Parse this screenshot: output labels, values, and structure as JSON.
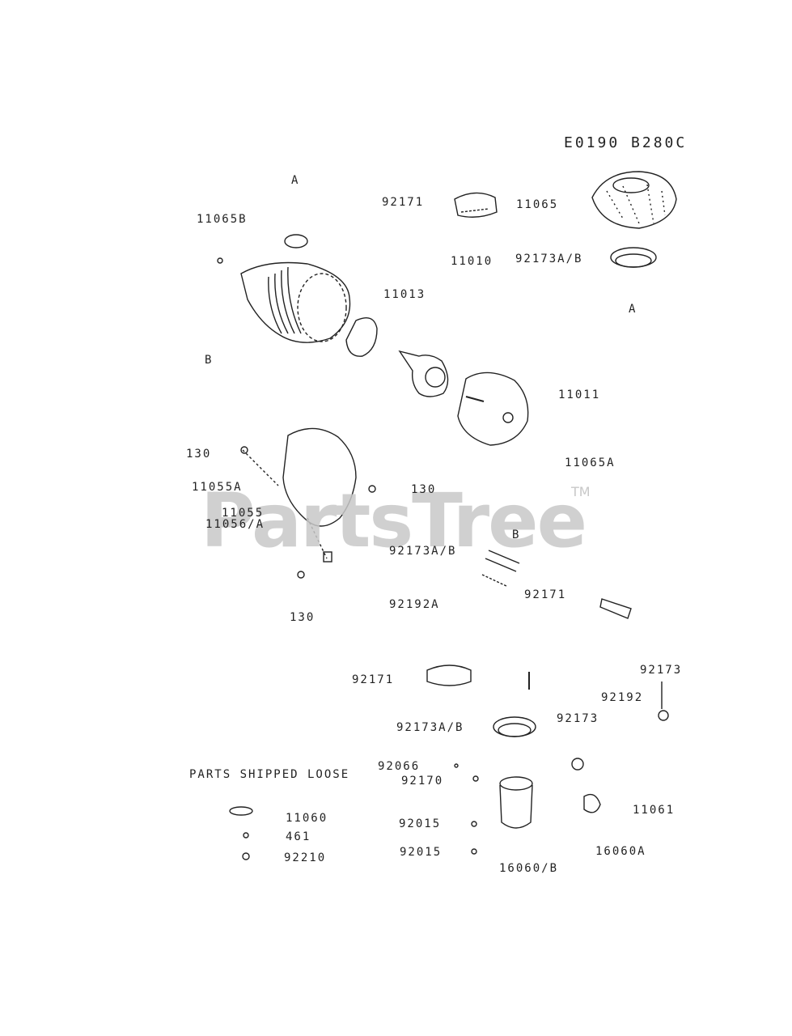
{
  "diagram_code": "E0190 B280C",
  "section_title": "PARTS SHIPPED LOOSE",
  "watermark": "PartsTree",
  "watermark_tm": "TM",
  "callouts": {
    "a1": "A",
    "a2": "A",
    "b1": "B",
    "b2": "B",
    "p11065b": "11065B",
    "p92171_top": "92171",
    "p11065": "11065",
    "p11010": "11010",
    "p92173ab_top": "92173A/B",
    "p11013": "11013",
    "p11011": "11011",
    "p130_left": "130",
    "p11065a": "11065A",
    "p11055a": "11055A",
    "p130_mid": "130",
    "p11055": "11055",
    "p11056a": "11056/A",
    "p92173ab_mid": "92173A/B",
    "p92171_mid": "92171",
    "p92192a": "92192A",
    "p130_bottom": "130",
    "p92171_low": "92171",
    "p92173": "92173",
    "p92192": "92192",
    "p92173_b": "92173",
    "p92173ab_low": "92173A/B",
    "p92066": "92066",
    "p92170": "92170",
    "p92015_a": "92015",
    "p92015_b": "92015",
    "p11061": "11061",
    "p16060a": "16060A",
    "p16060b": "16060/B",
    "p11060": "11060",
    "p461": "461",
    "p92210": "92210"
  },
  "colors": {
    "line": "#222222",
    "watermark": "#c8c8c8"
  }
}
